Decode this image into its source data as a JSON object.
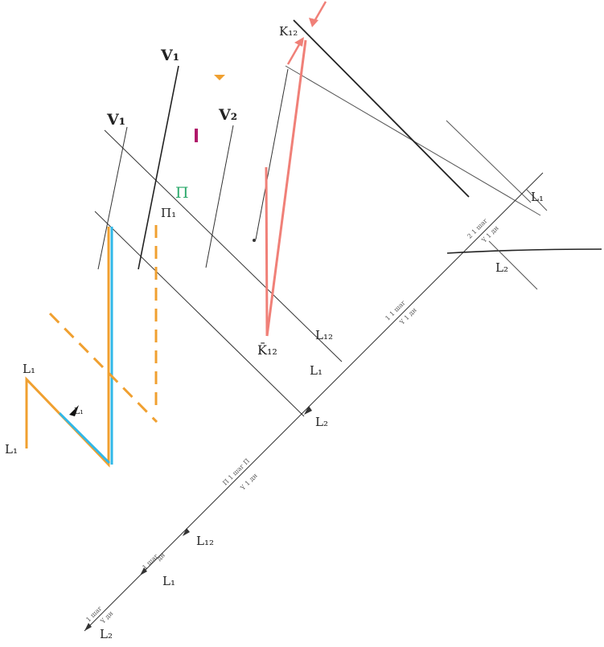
{
  "colors": {
    "line": "#222222",
    "thin": "#555555",
    "salmon": "#f08078",
    "orange": "#f0a030",
    "blue": "#30b8e8",
    "green": "#2aa86a",
    "magenta": "#b0186a"
  },
  "labels": {
    "k_top": "K₁₂",
    "v_left": "V₁",
    "v_top": "V₁",
    "v_right": "V₂",
    "p_green": "П",
    "p_plain": "П₁",
    "k_mid": "K̄₁₂",
    "l_left_upper": "L₁",
    "l_left_lower": "L₁",
    "l_inner_bot": "L₂",
    "l_mid_a": "L₁₂",
    "l_mid_b": "L₁",
    "l_right_upper": "L₁",
    "l_right_lower": "L₂",
    "l_ref": "L₁",
    "l_bottom_a": "L₁₂",
    "l_bottom_b": "L₁",
    "l_bottom_c": "L₂",
    "inner_pair": "L₁"
  },
  "dims": {
    "d1_a": "1 1 шаг",
    "d1_b": "Y 1 дн",
    "d2_a": "2 1 шаг",
    "d2_b": "Y 1 дн",
    "d3_a": "П 1 шаг П",
    "d3_b": "Y 1 дн",
    "d4_a": "1 шаг",
    "d4_b": "дн",
    "d5_a": "1 шаг",
    "d5_b": "Y дн"
  }
}
